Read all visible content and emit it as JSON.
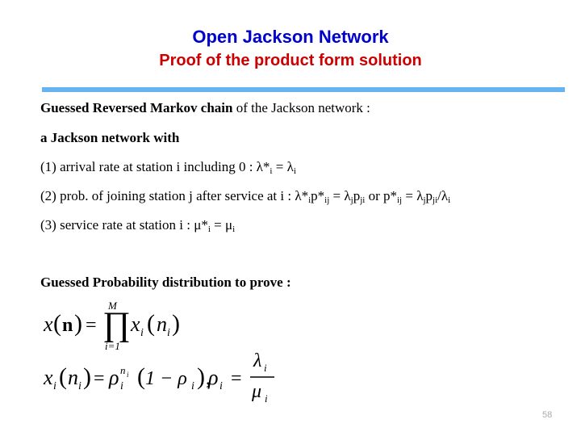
{
  "slide": {
    "title": "Open Jackson Network",
    "subtitle": "Proof of the product form solution",
    "page_number": "58"
  },
  "content": {
    "line1_bold": "Guessed Reversed Markov chain",
    "line1_rest": " of the Jackson network :",
    "line2": "a Jackson network with",
    "item1": {
      "a": "(1) arrival rate at station i including 0 : λ*",
      "s1": "i",
      "b": " = λ",
      "s2": "i"
    },
    "item2": {
      "a": "(2) prob. of joining station j after service at i : λ*",
      "s1": "i",
      "b": "p*",
      "s2": "ij",
      "c": " = λ",
      "s3": "j",
      "d": "p",
      "s4": "ji",
      "e": " or p*",
      "s5": "ij",
      "f": " = λ",
      "s6": "j",
      "g": "p",
      "s7": "ji",
      "h": "/λ",
      "s8": "i"
    },
    "item3": {
      "a": "(3) service rate at station i : μ*",
      "s1": "i",
      "b": " = μ",
      "s2": "i"
    },
    "prob_heading": "Guessed Probability distribution to prove :"
  },
  "formula": {
    "x": "x",
    "n": "n",
    "eq": "=",
    "prod": "∏",
    "top": "M",
    "bottom": "i=1",
    "xi": "x",
    "i": "i",
    "ni": "n",
    "rho": "ρ",
    "minus": "1 − ρ",
    "comma": ",",
    "lambda": "λ",
    "mu": "μ",
    "lp": "(",
    "rp": ")"
  }
}
